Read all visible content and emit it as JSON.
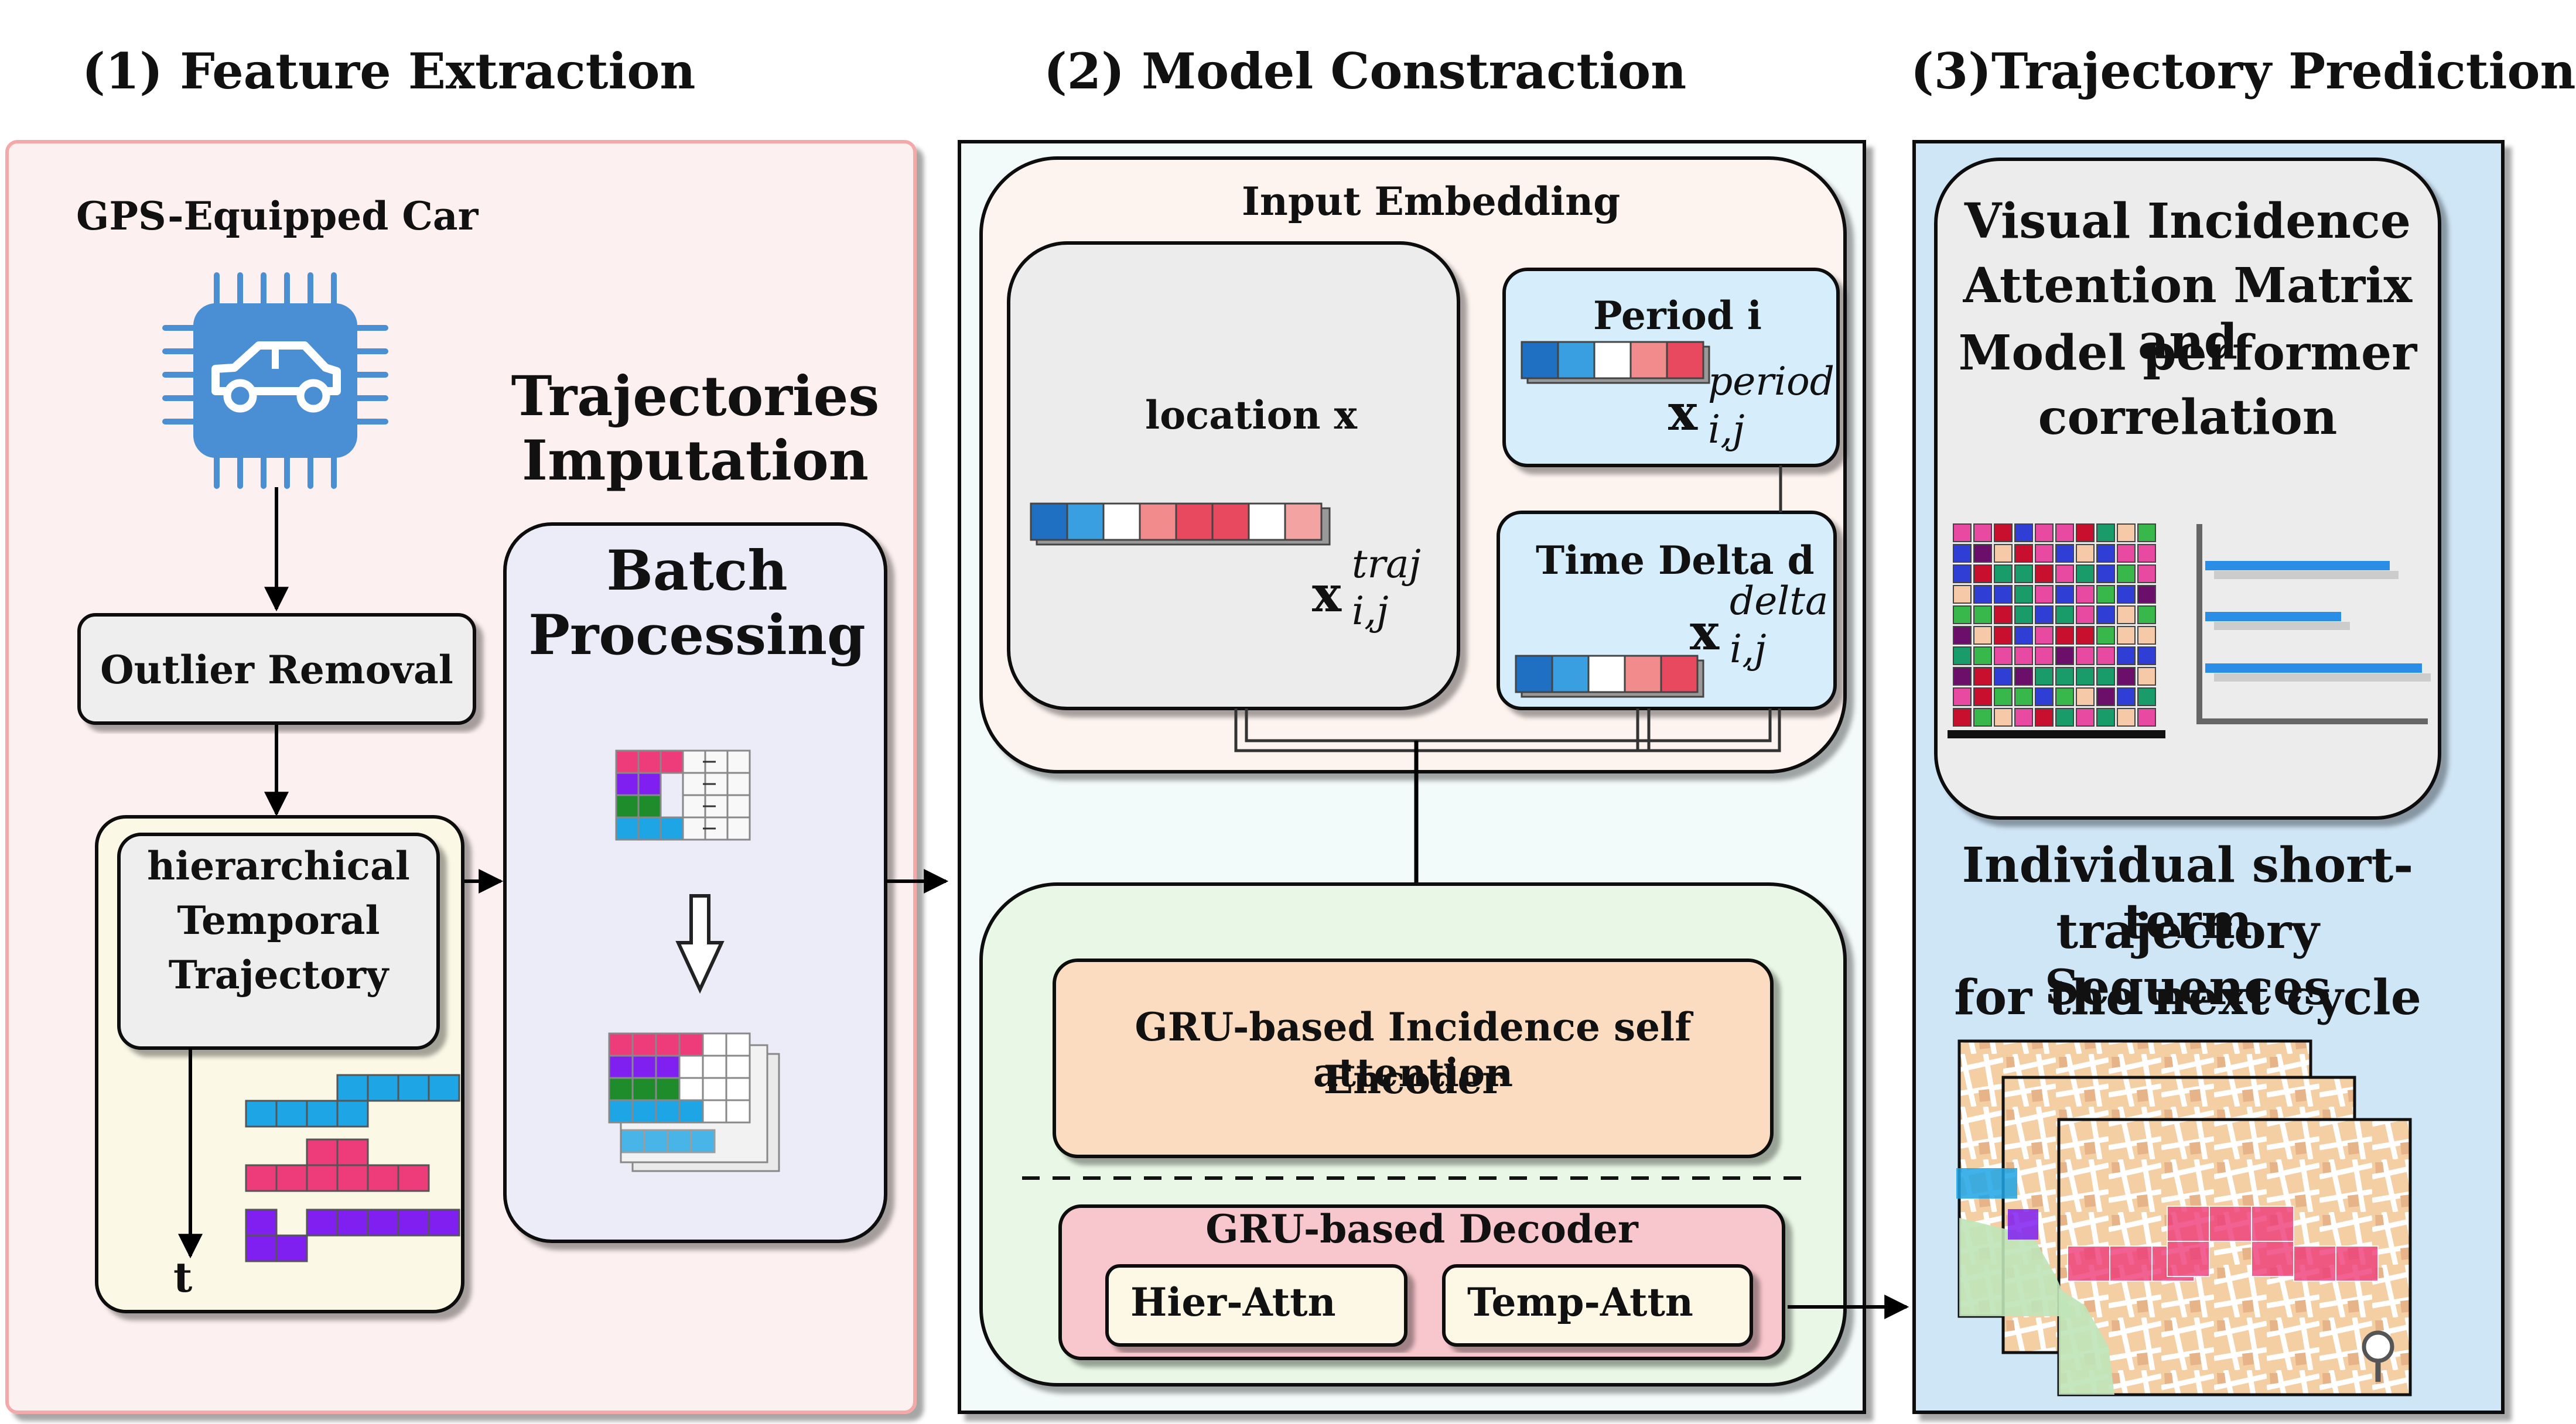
{
  "sections": {
    "feature_extraction": "(1) Feature Extraction",
    "model_construction": "(2) Model Constraction",
    "trajectory_prediction": "(3)Trajectory Prediction"
  },
  "feature": {
    "gps_label": "GPS-Equipped Car",
    "outlier_removal": "Outlier Removal",
    "hierarchical_line1": "hierarchical",
    "hierarchical_line2": "Temporal",
    "hierarchical_line3": "Trajectory",
    "time_axis_label": "t"
  },
  "imputation": {
    "title_line1": "Trajectories",
    "title_line2": "Imputation",
    "batch_line1": "Batch",
    "batch_line2": "Processing"
  },
  "model": {
    "input_embedding": "Input Embedding",
    "location": "location x",
    "traj_var": "x",
    "traj_sup": "traj",
    "traj_sub": "i,j",
    "period": "Period i",
    "period_var": "x",
    "period_sup": "period",
    "period_sub": "i,j",
    "time_delta": "Time Delta d",
    "delta_var": "x",
    "delta_sup": "delta",
    "delta_sub": "i,j",
    "encoder_line1": "GRU-based Incidence self attention",
    "encoder_line2": "Encoder",
    "decoder": "GRU-based Decoder",
    "hier_attn": "Hier-Attn",
    "temp_attn": "Temp-Attn"
  },
  "prediction": {
    "matrix_line1": "Visual Incidence",
    "matrix_line2": "Attention Matrix and",
    "matrix_line3": "Model performer",
    "matrix_line4": "correlation",
    "sequences_line1": "Individual short-term",
    "sequences_line2": "trajectory Sequences",
    "sequences_line3": "for the next cycle"
  },
  "colors": {
    "feature_panel_bg": "#fdf0f0",
    "feature_panel_border": "#f4a9a9",
    "model_panel_bg": "#f3fafa",
    "prediction_panel_bg": "#cfe6f7",
    "chip_blue": "#4a8fd4",
    "imputation_bg": "#ececf8",
    "embedding_bg": "#fdf3ef",
    "cell_bg": "#ececec",
    "light_blue_box": "#d6eefb",
    "encoder_bg": "#fcdcc0",
    "decoder_bg": "#f8c7cd",
    "decoder_group_bg": "#e9f8e6",
    "hier_bg": "#fdf7e6",
    "pink": "#ee3b79",
    "cyan": "#1ea5e6",
    "purple": "#7f1ff0",
    "green": "#1e8c2a",
    "bar_blue": "#2a8de6"
  }
}
